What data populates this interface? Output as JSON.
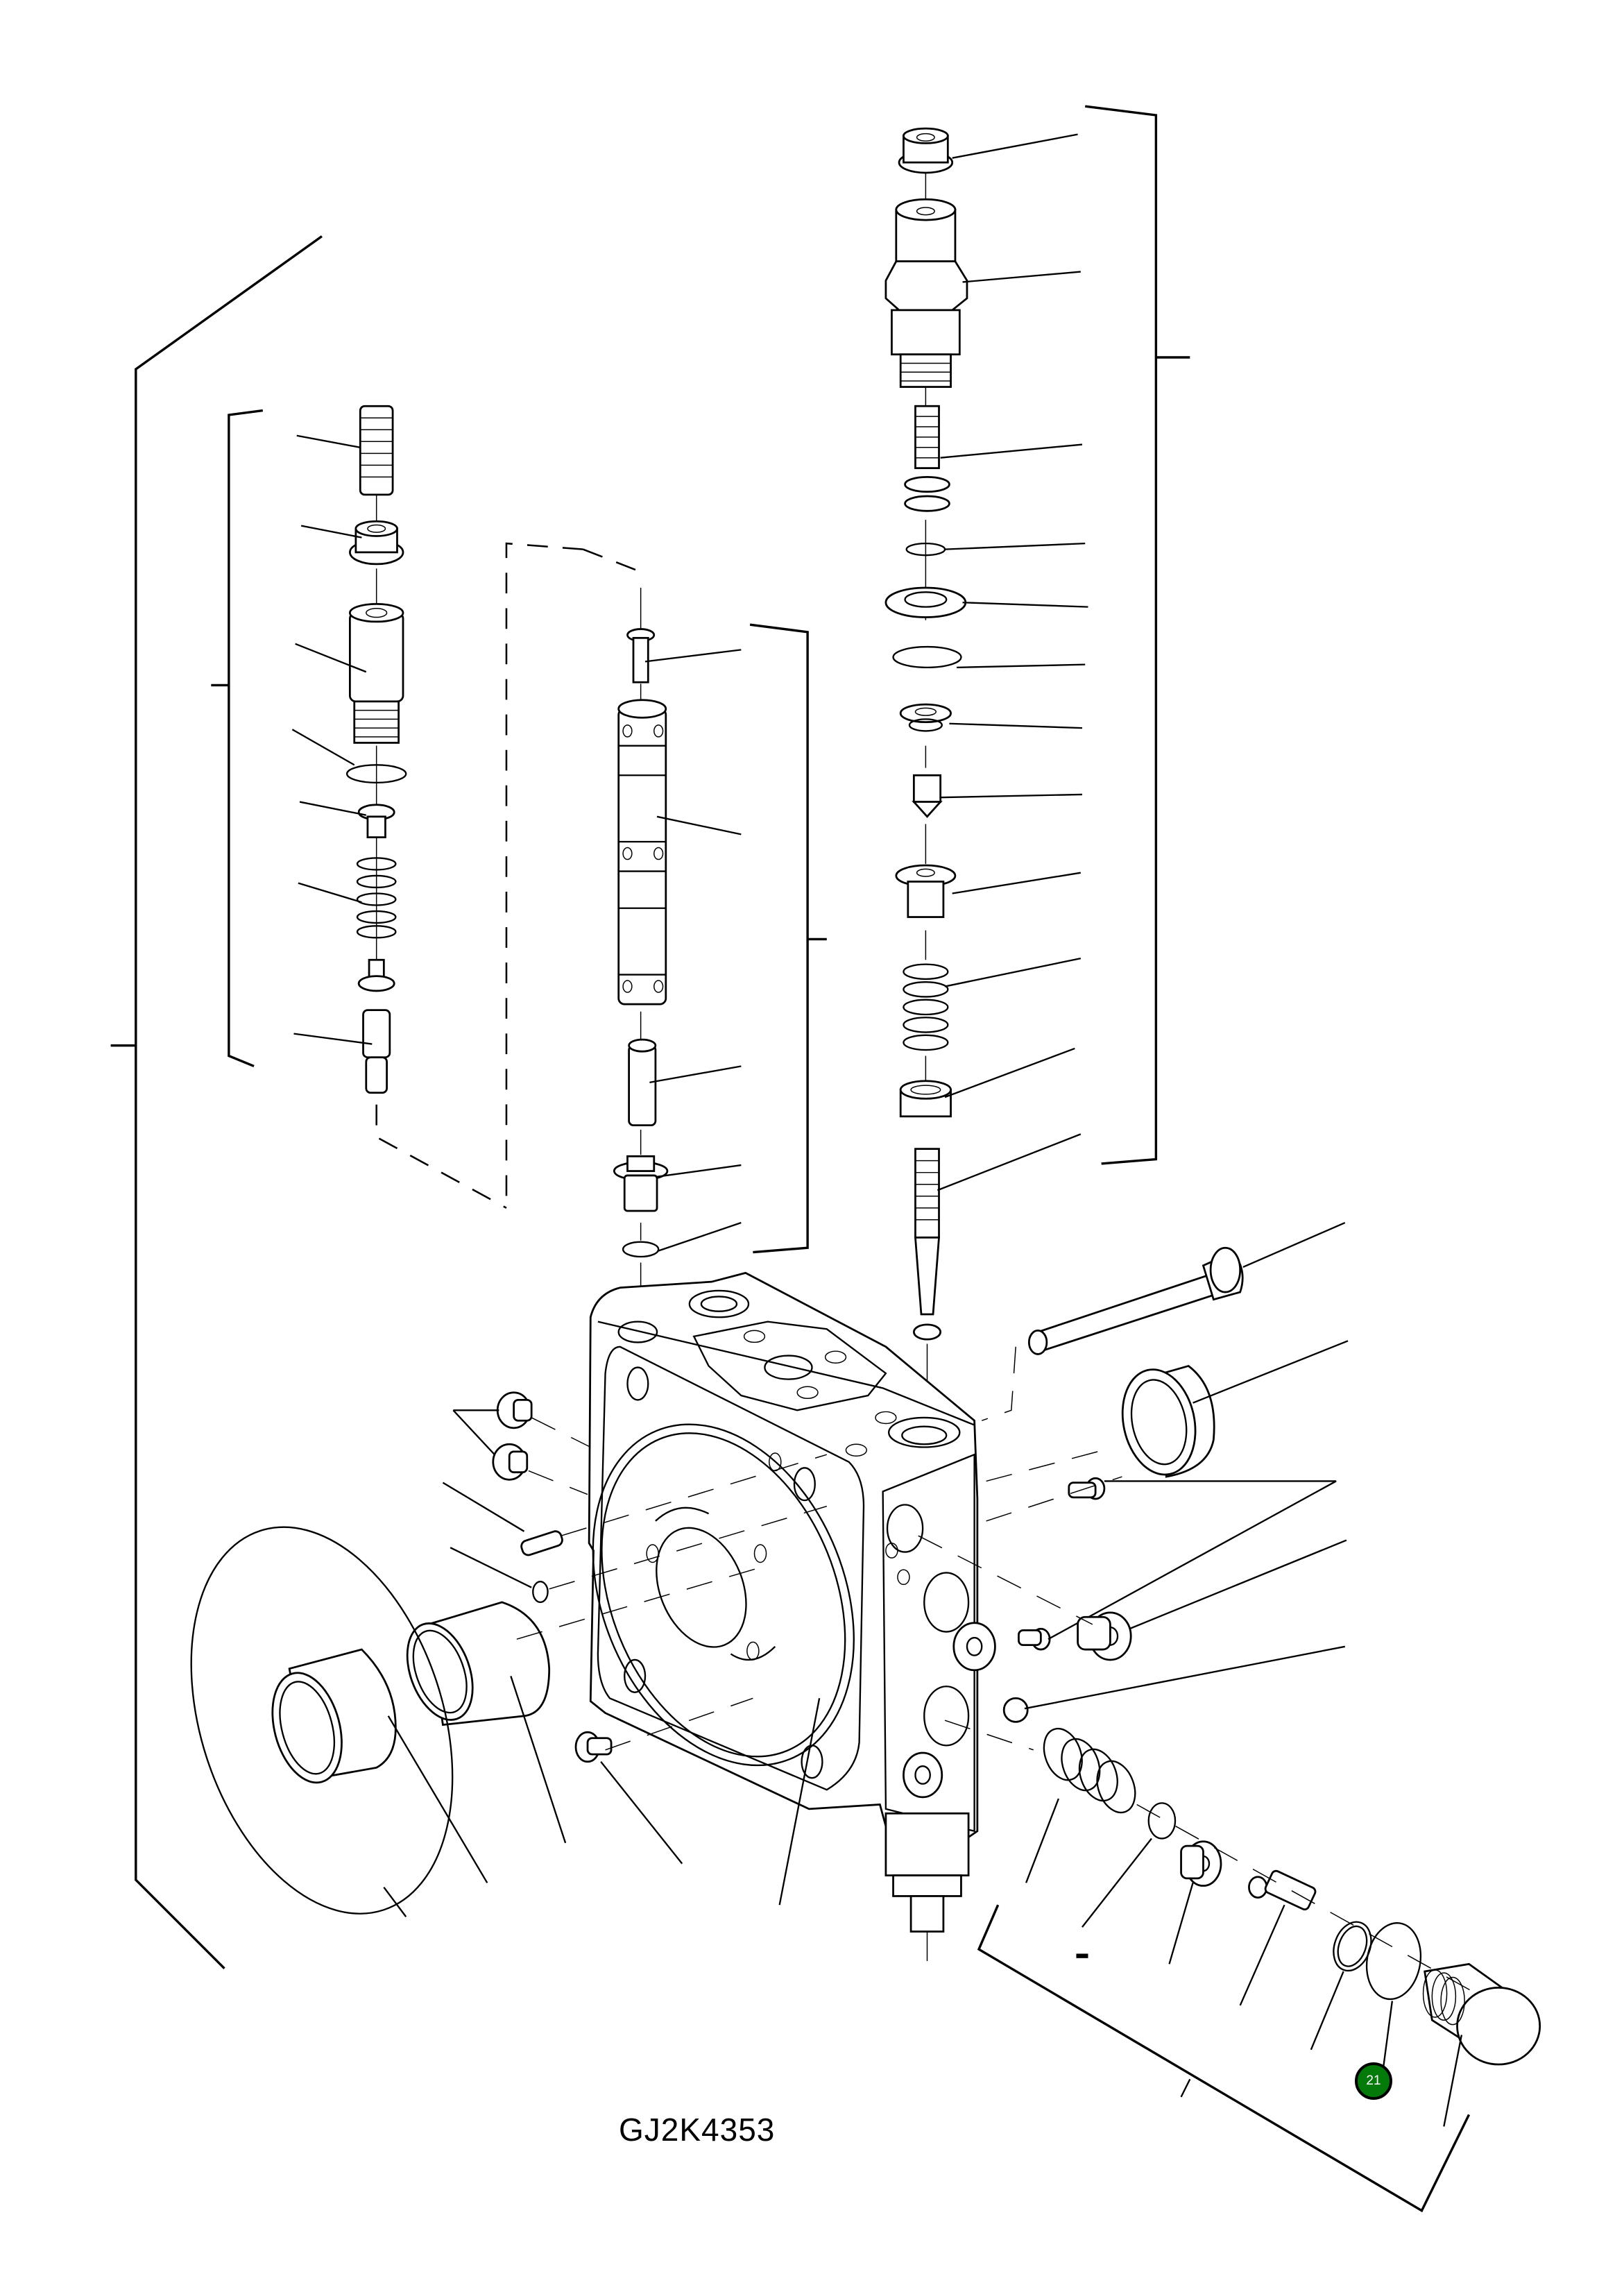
{
  "diagram": {
    "type": "exploded-parts-view",
    "subject": "hydraulic valve block assembly",
    "drawing_code": "GJ2K4353",
    "callouts": [
      {
        "number": "21",
        "color": "#047a0a",
        "text_color": "#ffffff",
        "target": "o-ring (lower right relief valve group)"
      }
    ],
    "colors": {
      "line": "#000000",
      "background": "#ffffff",
      "callout_fill": "#047a0a"
    }
  }
}
